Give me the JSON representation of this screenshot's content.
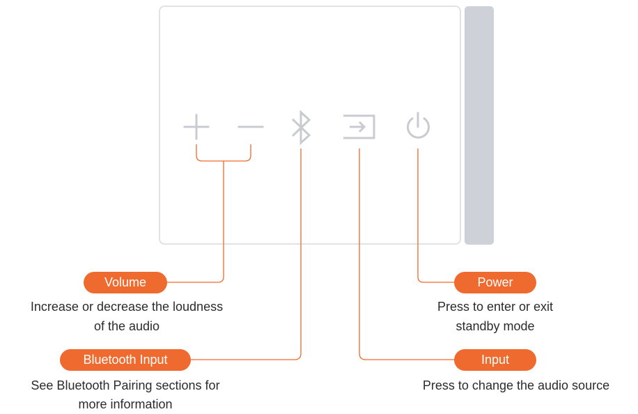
{
  "colors": {
    "accent": "#ef6a2e",
    "device_outline": "#e2e2e4",
    "button_icon": "#c9cbd1",
    "side_panel": "#cfd1d8",
    "text": "#2b2b2b"
  },
  "buttons": [
    {
      "icon": "plus-icon"
    },
    {
      "icon": "minus-icon"
    },
    {
      "icon": "bluetooth-icon"
    },
    {
      "icon": "input-icon"
    },
    {
      "icon": "power-icon"
    }
  ],
  "callouts": {
    "volume": {
      "label": "Volume",
      "description_line1": "Increase or decrease the loudness",
      "description_line2": "of the audio"
    },
    "bluetooth": {
      "label": "Bluetooth Input",
      "description_line1": "See Bluetooth Pairing sections for",
      "description_line2": "more information"
    },
    "power": {
      "label": "Power",
      "description_line1": "Press to enter or exit",
      "description_line2": "standby mode"
    },
    "input": {
      "label": "Input",
      "description_line1": "Press to change the audio source"
    }
  }
}
